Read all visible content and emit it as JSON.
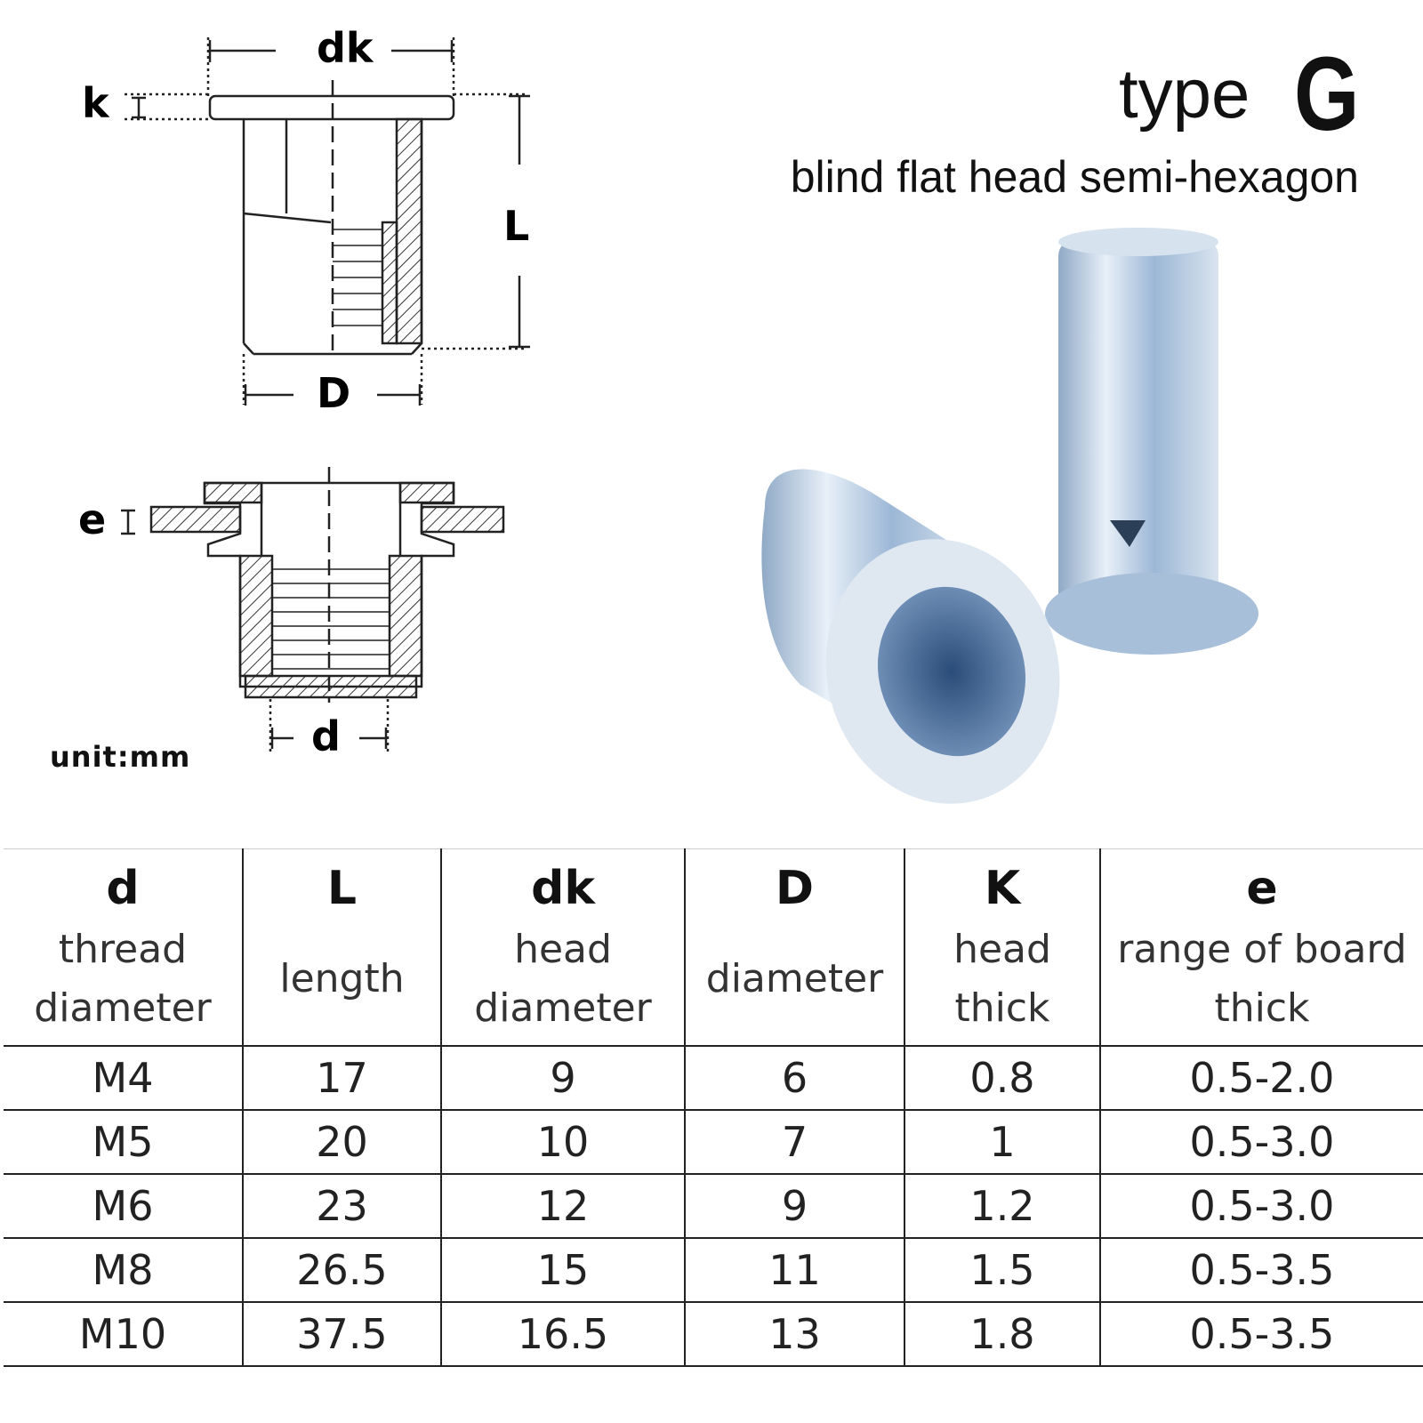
{
  "title": {
    "type": "type",
    "letter": "G",
    "subtitle": "blind flat head semi-hexagon"
  },
  "diagram": {
    "labels": {
      "dk": "dk",
      "k": "k",
      "L": "L",
      "D": "D",
      "e": "e",
      "d": "d"
    },
    "unit": "unit:mm"
  },
  "table": {
    "headers": [
      {
        "symbol": "d",
        "desc": "thread diameter"
      },
      {
        "symbol": "L",
        "desc": "length"
      },
      {
        "symbol": "dk",
        "desc": "head diameter"
      },
      {
        "symbol": "D",
        "desc": "diameter"
      },
      {
        "symbol": "K",
        "desc": "head thick"
      },
      {
        "symbol": "e",
        "desc": "range of board thick"
      }
    ],
    "rows": [
      [
        "M4",
        "17",
        "9",
        "6",
        "0.8",
        "0.5-2.0"
      ],
      [
        "M5",
        "20",
        "10",
        "7",
        "1",
        "0.5-3.0"
      ],
      [
        "M6",
        "23",
        "12",
        "9",
        "1.2",
        "0.5-3.0"
      ],
      [
        "M8",
        "26.5",
        "15",
        "11",
        "1.5",
        "0.5-3.5"
      ],
      [
        "M10",
        "37.5",
        "16.5",
        "13",
        "1.8",
        "0.5-3.5"
      ]
    ]
  }
}
